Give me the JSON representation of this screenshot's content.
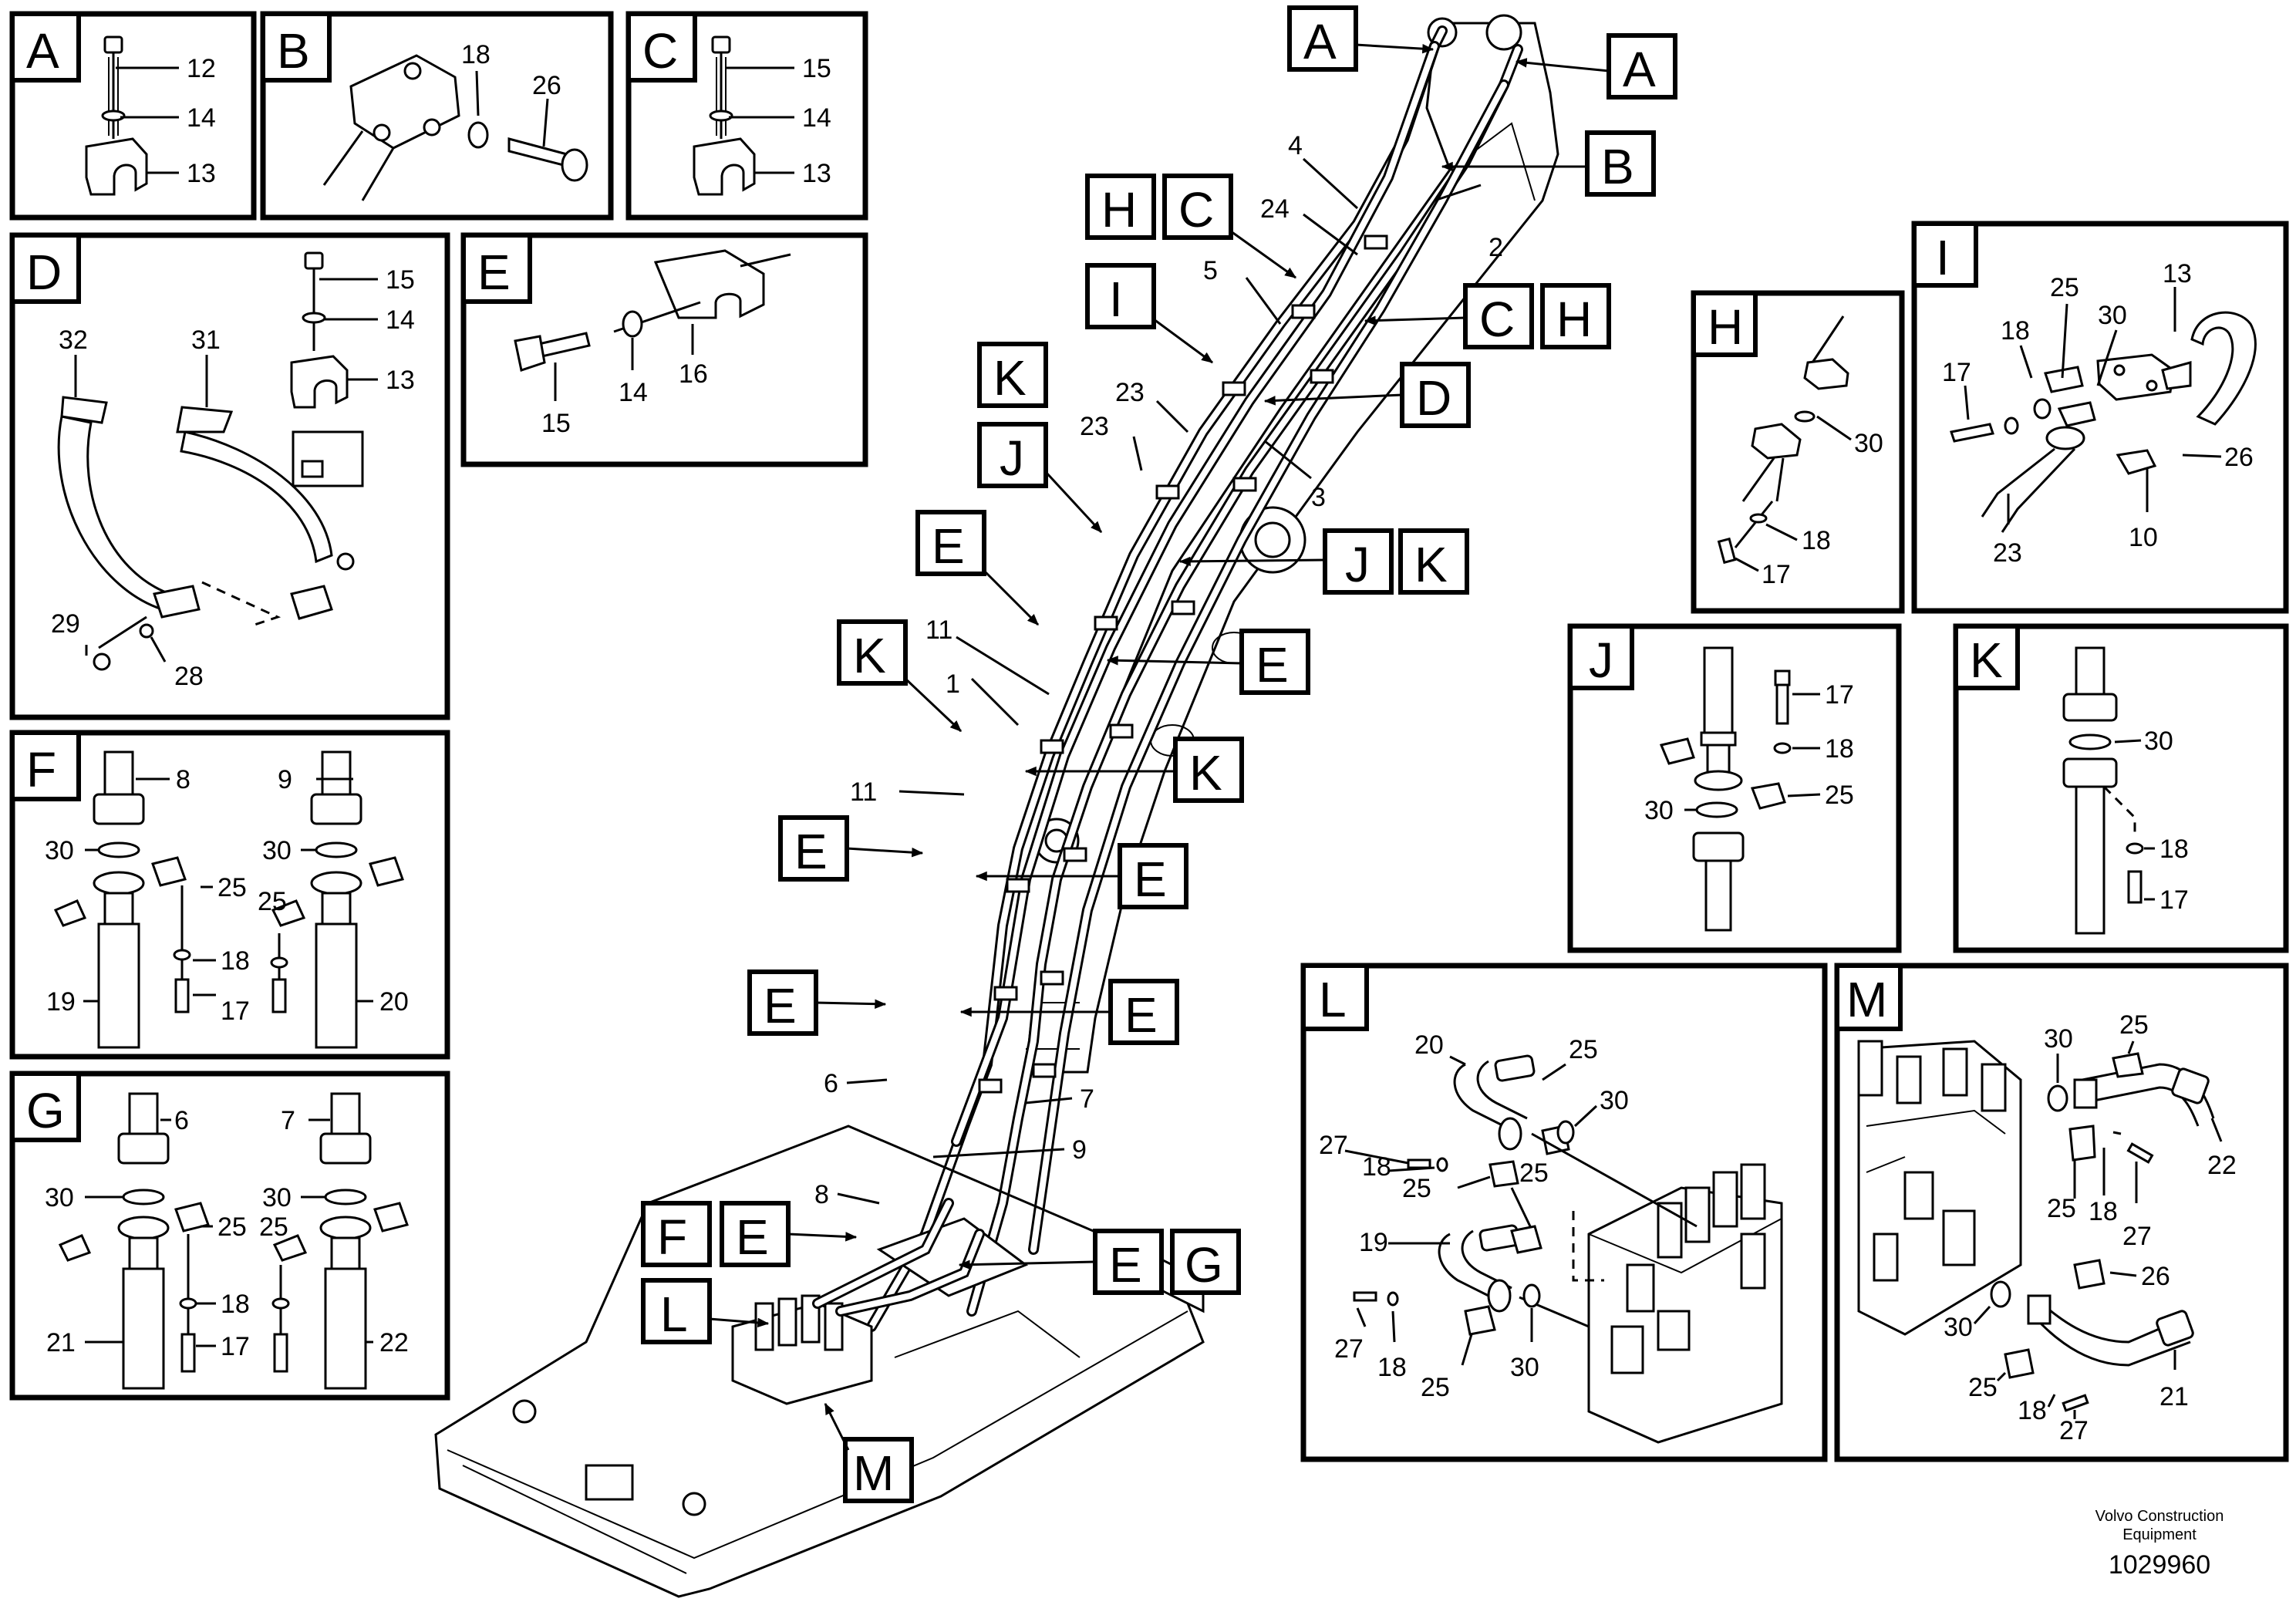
{
  "detail_panels": {
    "A": {
      "letter": "A",
      "callouts": [
        "12",
        "14",
        "13"
      ]
    },
    "B": {
      "letter": "B",
      "callouts": [
        "18",
        "26"
      ]
    },
    "C": {
      "letter": "C",
      "callouts": [
        "15",
        "14",
        "13"
      ]
    },
    "D": {
      "letter": "D",
      "callouts": [
        "32",
        "31",
        "15",
        "14",
        "13",
        "29",
        "28"
      ]
    },
    "E": {
      "letter": "E",
      "callouts": [
        "15",
        "14",
        "16"
      ]
    },
    "F": {
      "letter": "F",
      "callouts": [
        "8",
        "9",
        "30",
        "30",
        "25",
        "25",
        "18",
        "19",
        "17",
        "20"
      ]
    },
    "G": {
      "letter": "G",
      "callouts": [
        "6",
        "7",
        "30",
        "30",
        "25",
        "25",
        "18",
        "21",
        "17",
        "22"
      ]
    },
    "H": {
      "letter": "H",
      "callouts": [
        "30",
        "18",
        "17"
      ]
    },
    "I": {
      "letter": "I",
      "callouts": [
        "13",
        "25",
        "18",
        "30",
        "17",
        "26",
        "23",
        "10"
      ]
    },
    "J": {
      "letter": "J",
      "callouts": [
        "17",
        "18",
        "30",
        "25"
      ]
    },
    "K": {
      "letter": "K",
      "callouts": [
        "30",
        "18",
        "17"
      ]
    },
    "L": {
      "letter": "L",
      "callouts": [
        "20",
        "25",
        "30",
        "27",
        "18",
        "25",
        "25",
        "19",
        "27",
        "18",
        "25",
        "30"
      ]
    },
    "M": {
      "letter": "M",
      "callouts": [
        "30",
        "25",
        "22",
        "25",
        "18",
        "27",
        "26",
        "30",
        "21",
        "25",
        "18",
        "27"
      ]
    }
  },
  "main_view": {
    "tags": [
      "A",
      "A",
      "B",
      "H",
      "C",
      "C",
      "H",
      "I",
      "D",
      "K",
      "J",
      "J",
      "K",
      "E",
      "E",
      "K",
      "K",
      "E",
      "E",
      "E",
      "E",
      "F",
      "E",
      "E",
      "G",
      "L",
      "M"
    ],
    "callouts": [
      "4",
      "24",
      "2",
      "5",
      "23",
      "23",
      "3",
      "11",
      "1",
      "11",
      "6",
      "7",
      "9",
      "8"
    ]
  },
  "footer": {
    "company_line1": "Volvo Construction",
    "company_line2": "Equipment",
    "drawing_number": "1029960"
  },
  "icons": {
    "arrow": "callout-arrow-icon"
  }
}
